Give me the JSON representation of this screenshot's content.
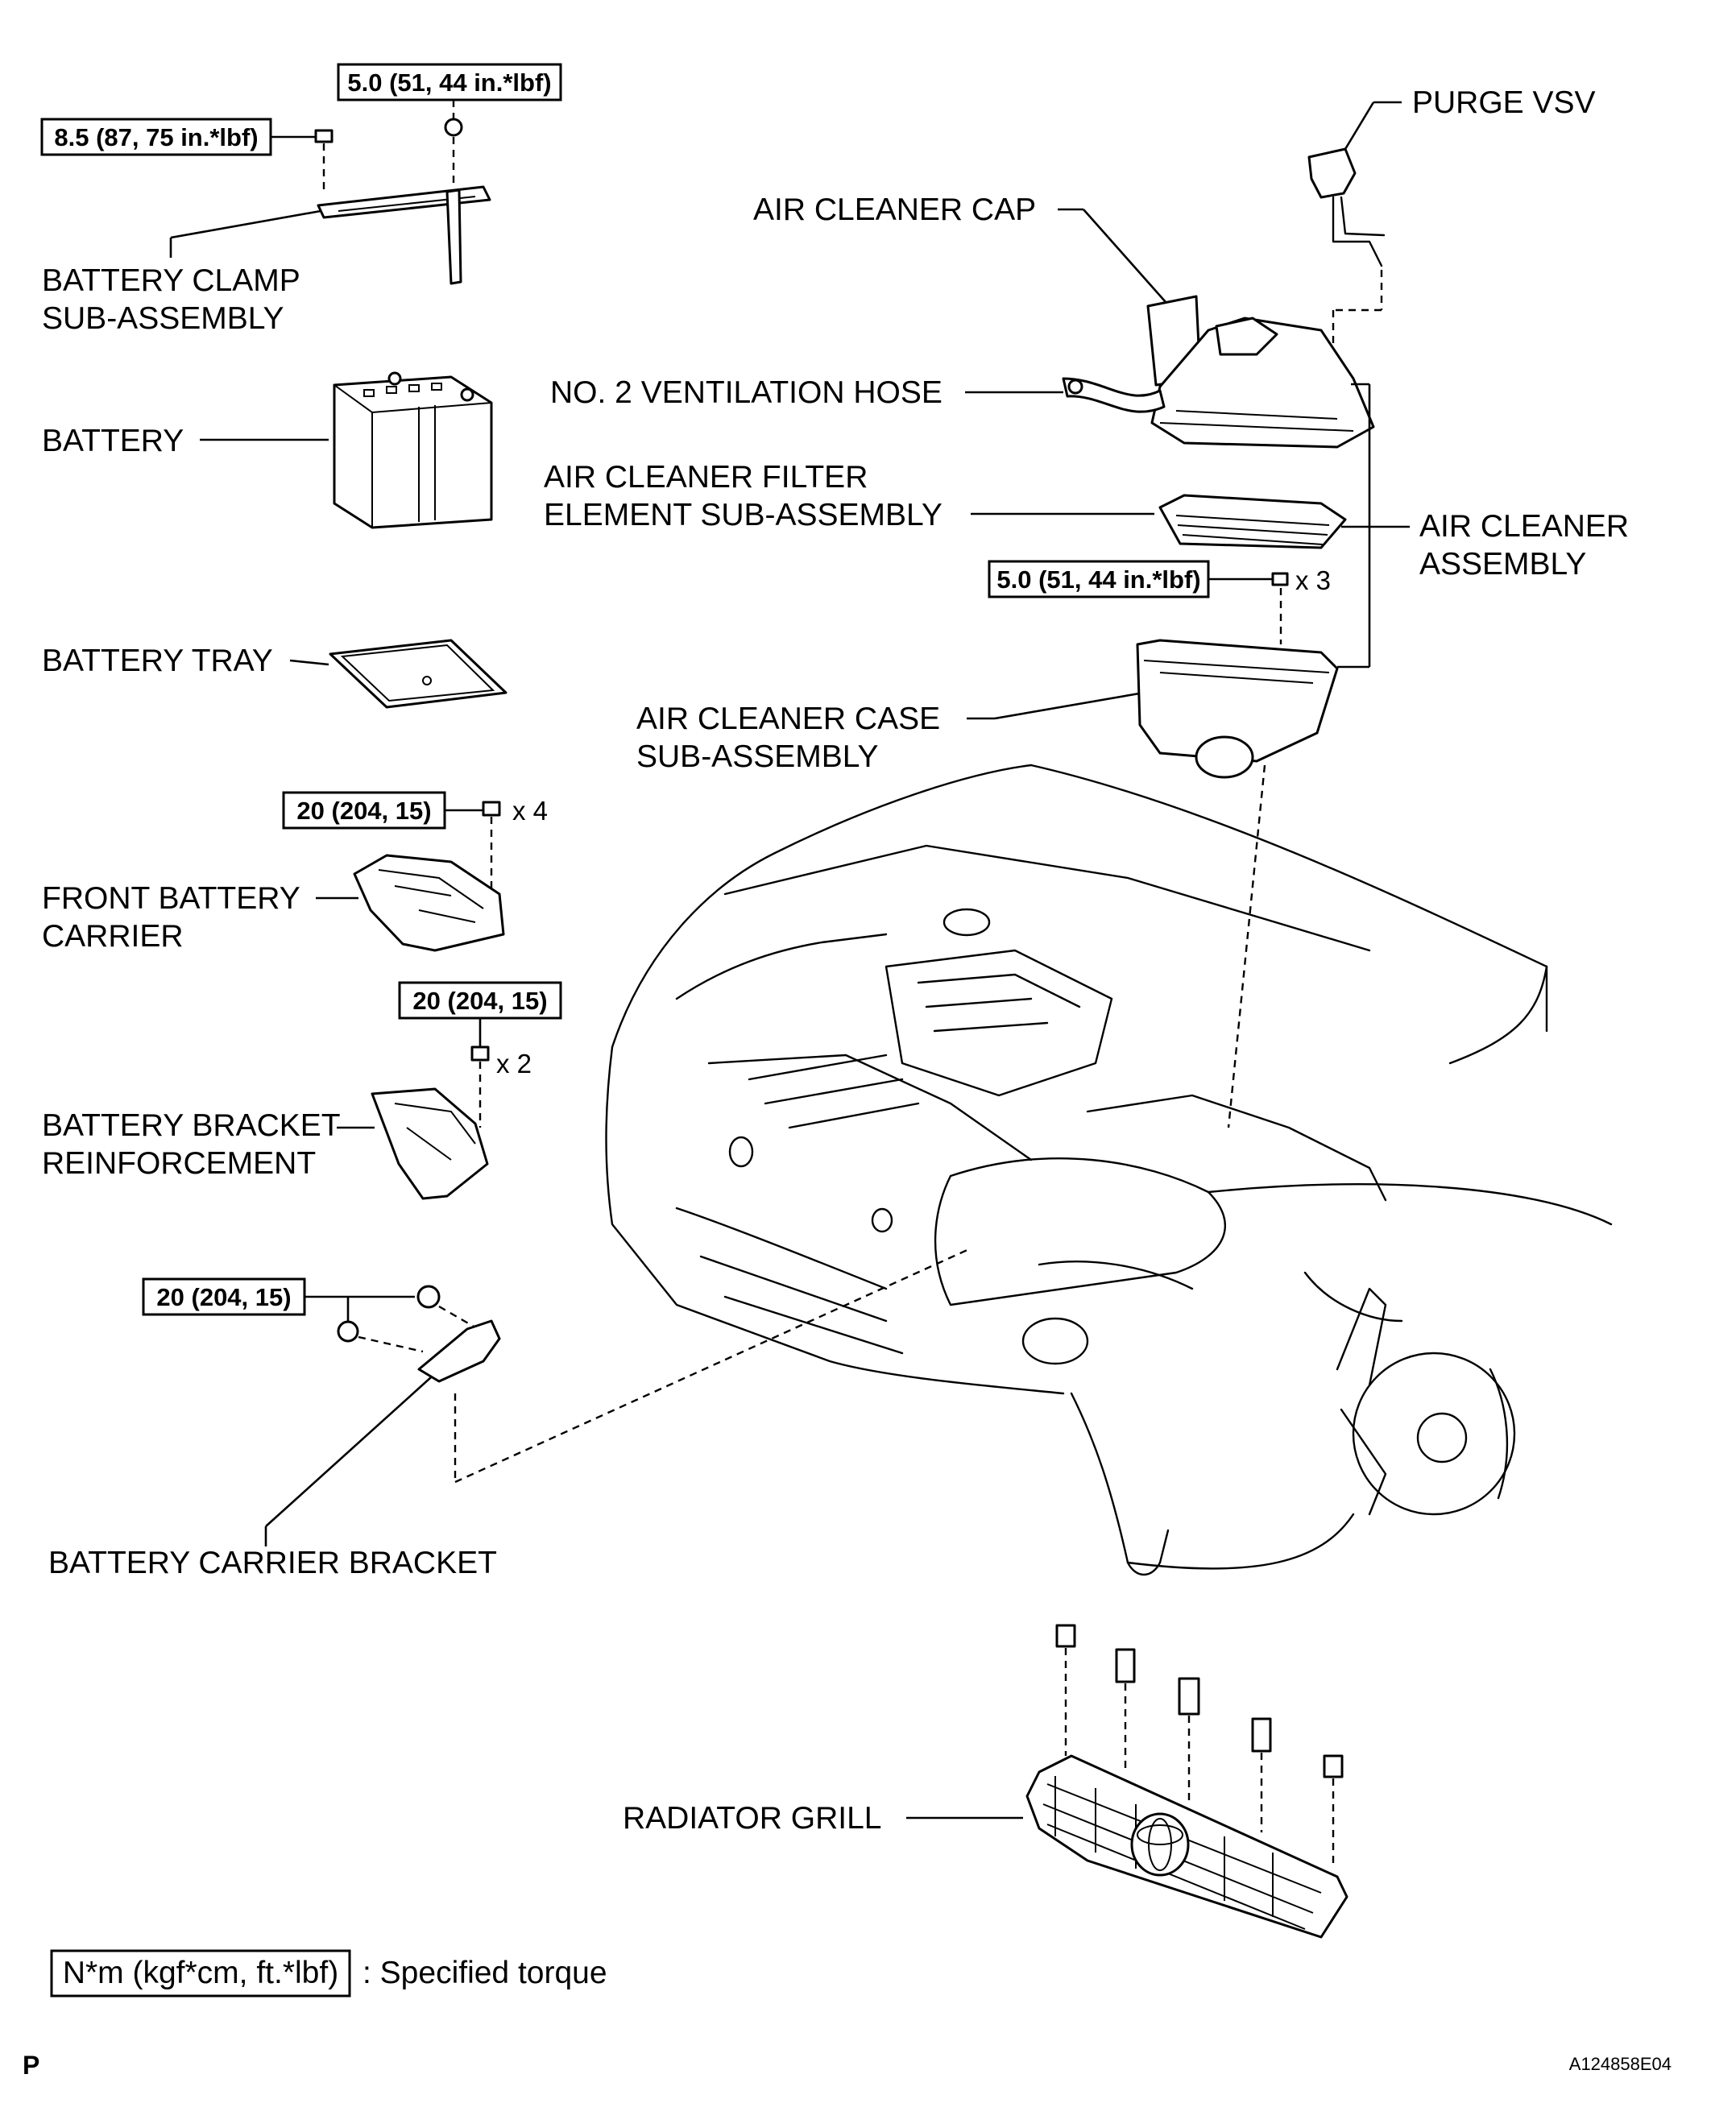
{
  "labels": {
    "battery_clamp_l1": "BATTERY CLAMP",
    "battery_clamp_l2": "SUB-ASSEMBLY",
    "battery": "BATTERY",
    "battery_tray": "BATTERY TRAY",
    "front_battery_carrier_l1": "FRONT BATTERY",
    "front_battery_carrier_l2": "CARRIER",
    "battery_bracket_reinf_l1": "BATTERY BRACKET",
    "battery_bracket_reinf_l2": "REINFORCEMENT",
    "battery_carrier_bracket": "BATTERY CARRIER BRACKET",
    "purge_vsv": "PURGE VSV",
    "air_cleaner_cap": "AIR CLEANER CAP",
    "no2_ventilation_hose": "NO. 2 VENTILATION HOSE",
    "air_cleaner_filter_l1": "AIR CLEANER FILTER",
    "air_cleaner_filter_l2": "ELEMENT SUB-ASSEMBLY",
    "air_cleaner_assembly_l1": "AIR CLEANER",
    "air_cleaner_assembly_l2": "ASSEMBLY",
    "air_cleaner_case_l1": "AIR CLEANER CASE",
    "air_cleaner_case_l2": "SUB-ASSEMBLY",
    "radiator_grill": "RADIATOR GRILL"
  },
  "torques": {
    "clamp_bolt": "8.5 (87, 75 in.*lbf)",
    "clamp_nut": "5.0 (51, 44 in.*lbf)",
    "air_cleaner_case": "5.0 (51, 44 in.*lbf)",
    "front_carrier": "20 (204, 15)",
    "bracket_reinforcement": "20 (204, 15)",
    "carrier_bracket": "20 (204, 15)"
  },
  "quantities": {
    "air_cleaner_case": "x 3",
    "front_carrier": "x 4",
    "bracket_reinforcement": "x 2"
  },
  "legend": {
    "box": "N*m (kgf*cm, ft.*lbf)",
    "text": ": Specified torque"
  },
  "footer": {
    "left_mark": "P",
    "figure_id": "A124858E04"
  }
}
